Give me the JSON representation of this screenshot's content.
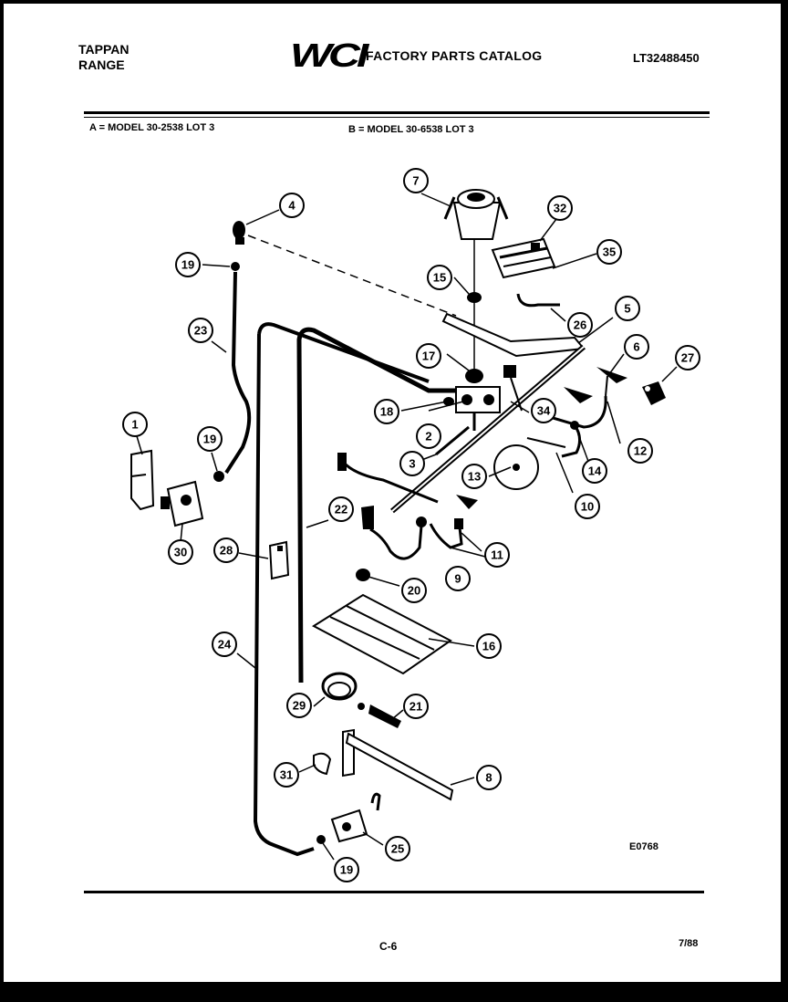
{
  "header": {
    "brand_line1": "TAPPAN",
    "brand_line2": "RANGE",
    "logo": "WCI",
    "catalog_title": "FACTORY PARTS CATALOG",
    "catalog_number": "LT32488450"
  },
  "models": {
    "a": "A = MODEL 30-2538 LOT 3",
    "b": "B = MODEL 30-6538 LOT 3"
  },
  "diagram": {
    "figure_code": "E0768",
    "callouts": [
      "1",
      "2",
      "3",
      "4",
      "5",
      "6",
      "6",
      "7",
      "8",
      "9",
      "10",
      "11",
      "12",
      "13",
      "14",
      "15",
      "16",
      "17",
      "18",
      "19",
      "19",
      "19",
      "20",
      "21",
      "22",
      "23",
      "24",
      "25",
      "26",
      "27",
      "28",
      "29",
      "30",
      "31",
      "32",
      "34",
      "35"
    ]
  },
  "footer": {
    "page": "C-6",
    "date": "7/88"
  }
}
